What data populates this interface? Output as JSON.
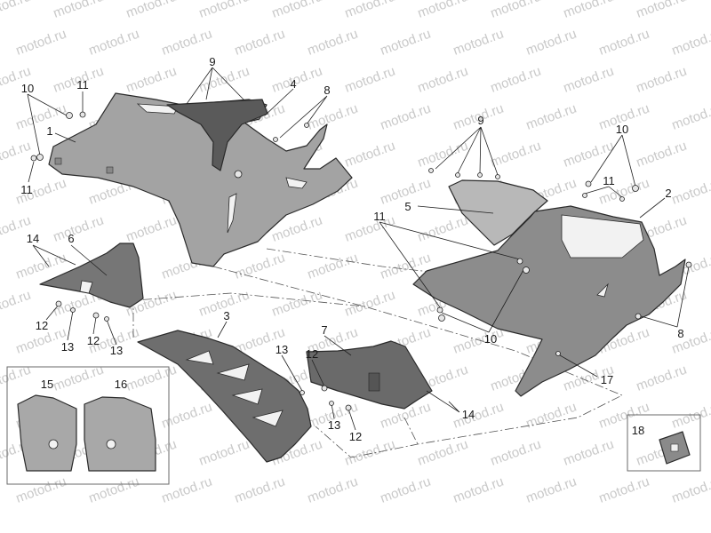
{
  "watermark": "motod.ru",
  "callouts": [
    "9",
    "4",
    "8",
    "10",
    "11",
    "1",
    "11",
    "9",
    "10",
    "11",
    "2",
    "5",
    "11",
    "14",
    "6",
    "3",
    "12",
    "12",
    "13",
    "13",
    "10",
    "8",
    "7",
    "13",
    "12",
    "17",
    "15",
    "16",
    "14",
    "13",
    "12",
    "18"
  ],
  "colors": {
    "fairing_light": "#a3a3a3",
    "fairing_dark": "#8c8c8c",
    "bracket_dark": "#6f6f6f",
    "window": "#dedede",
    "watermark": "#c9c9c9"
  }
}
